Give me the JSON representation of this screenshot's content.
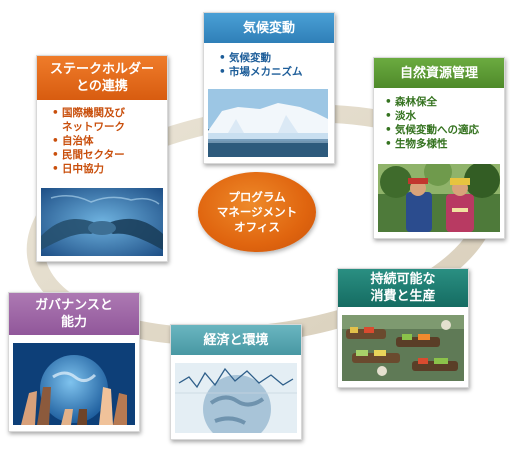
{
  "center": {
    "lines": [
      "プログラム",
      "マネージメント",
      "オフィス"
    ]
  },
  "climate": {
    "title": "気候変動",
    "items": [
      "気候変動",
      "市場メカニズム"
    ],
    "color": "#3a90c8",
    "text_color": "#1d5d99",
    "photo": "glacier"
  },
  "stakeholders": {
    "title_lines": [
      "ステークホルダー",
      "との連携"
    ],
    "items": [
      "国際機関及び",
      "ネットワーク",
      "自治体",
      "民間セクター",
      "日中協力"
    ],
    "color": "#e36a1b",
    "text_color": "#c94f0c",
    "photo": "handshake"
  },
  "natural": {
    "title": "自然資源管理",
    "items": [
      "森林保全",
      "淡水",
      "気候変動への適応",
      "生物多様性"
    ],
    "color": "#5b9a34",
    "text_color": "#357320",
    "photo": "people-in-forest"
  },
  "sustainable": {
    "title_lines": [
      "持続可能な",
      "消費と生産"
    ],
    "color": "#1e7f73",
    "photo": "floating-market"
  },
  "economy": {
    "title": "経済と環境",
    "color": "#5aa9b4",
    "photo": "globe-chart"
  },
  "governance": {
    "title_lines": [
      "ガバナンスと",
      "能力"
    ],
    "color": "#a26aa8",
    "photo": "hands-on-globe"
  }
}
